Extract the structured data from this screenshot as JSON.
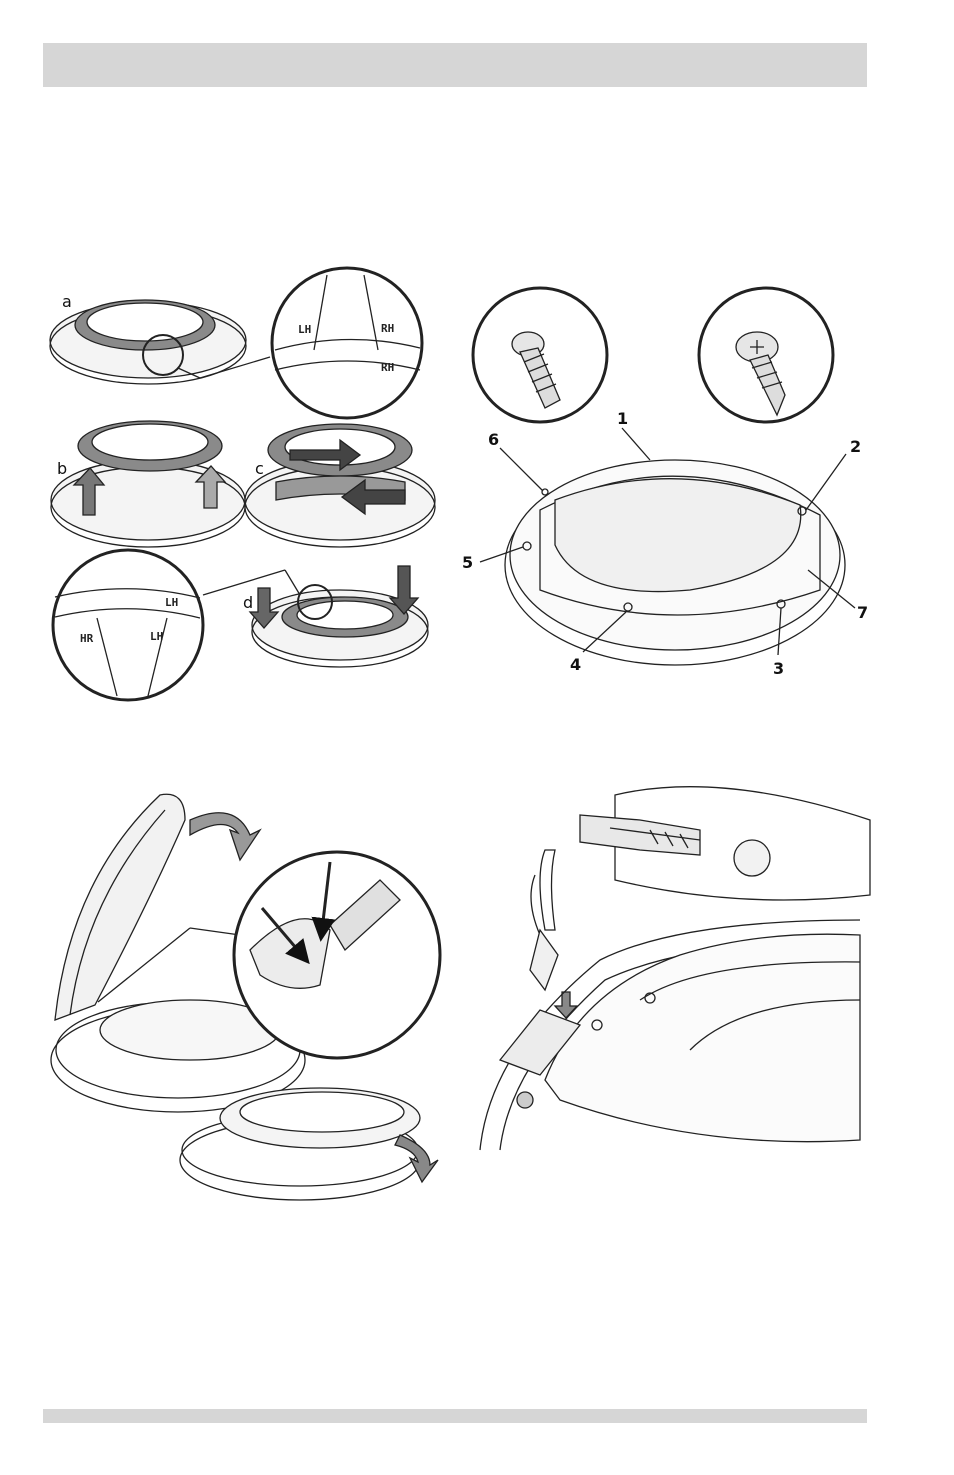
{
  "figure_a": {
    "step_labels": [
      "a",
      "b",
      "c",
      "d"
    ],
    "zoom_top": {
      "left": "LH",
      "right_top": "RH",
      "right_bottom": "RH"
    },
    "zoom_bottom": {
      "left": "HR",
      "right_top": "LH",
      "right_bottom": "LH"
    }
  },
  "figure_b": {
    "callouts": [
      "1",
      "2",
      "3",
      "4",
      "5",
      "6",
      "7"
    ],
    "screw_torx_icon": "torx-screw-icon",
    "screw_phillips_icon": "phillips-screw-icon"
  }
}
